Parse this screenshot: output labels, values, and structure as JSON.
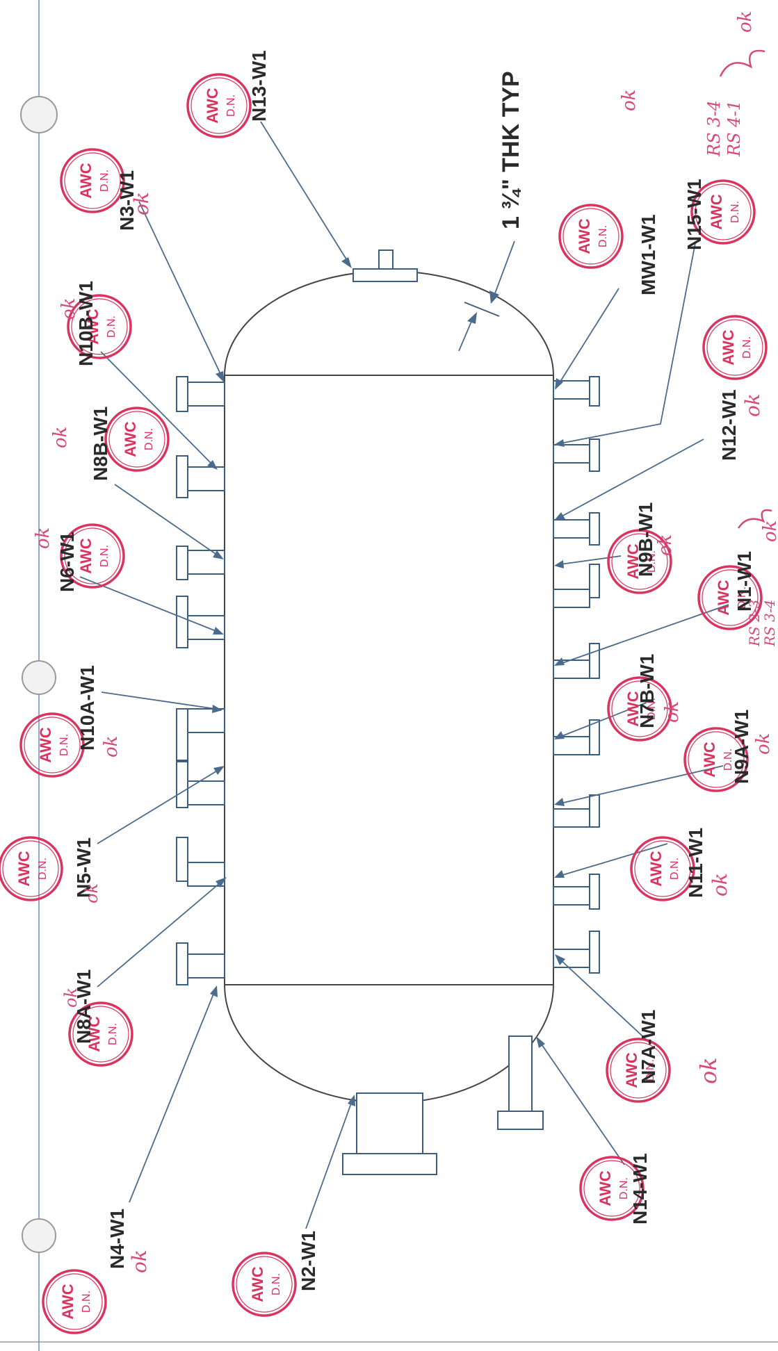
{
  "thickness_note": "1 ¾\" THK TYP",
  "weld_labels": {
    "n13": "N13-W1",
    "n3": "N3-W1",
    "n10b": "N10B-W1",
    "n8b": "N8B-W1",
    "n6": "N6-W1",
    "n10a": "N10A-W1",
    "n5": "N5-W1",
    "n8a": "N8A-W1",
    "n4": "N4-W1",
    "n2": "N2-W1",
    "mw1": "MW1-W1",
    "n15": "N15-W1",
    "n12": "N12-W1",
    "n9b": "N9B-W1",
    "n1": "N1-W1",
    "n7b": "N7B-W1",
    "n9a": "N9A-W1",
    "n11": "N11-W1",
    "n7a": "N7A-W1",
    "n14": "N14-W1"
  },
  "stamp": {
    "text": "AWC",
    "initials": "D.N."
  },
  "handwritten": {
    "ok": "ok",
    "rs_note_top_1": "RS 3-4",
    "rs_note_top_2": "RS 4-1",
    "rs_note_mid_1": "RS 2-3",
    "rs_note_mid_2": "RS 3-4"
  },
  "colors": {
    "stamp": "#d8345f",
    "ink": "#d64a78",
    "vessel": "#444444",
    "nozzle": "#3a5d80",
    "border": "#6a8fbf"
  }
}
